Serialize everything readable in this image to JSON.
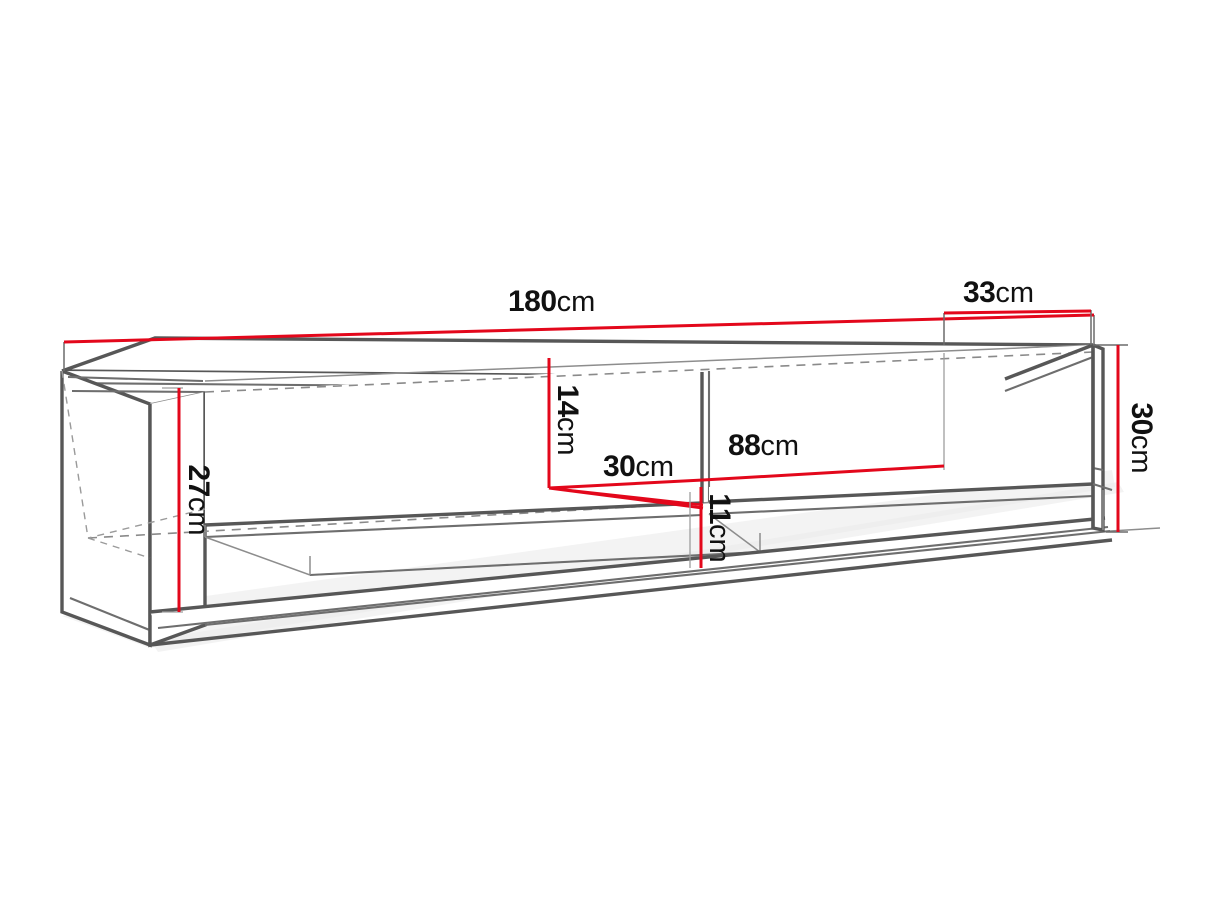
{
  "document": {
    "kind": "furniture-dimension-diagram",
    "subject": "TV cabinet / lowboard",
    "unit": "cm",
    "background_color": "#ffffff",
    "dimension_color": "#e3071b",
    "outline_color": "#575757",
    "hidden_line_color": "#8a8a8a"
  },
  "dimensions": {
    "width": {
      "value": "180",
      "unit": "cm",
      "orientation": "horizontal",
      "placement": "top-front-edge"
    },
    "depth": {
      "value": "33",
      "unit": "cm",
      "orientation": "horizontal",
      "placement": "top-right-edge"
    },
    "height": {
      "value": "30",
      "unit": "cm",
      "orientation": "vertical-rotated",
      "placement": "right-side"
    },
    "left_compartment_height": {
      "value": "27",
      "unit": "cm",
      "orientation": "vertical-rotated",
      "placement": "left-interior"
    },
    "upper_opening_height": {
      "value": "14",
      "unit": "cm",
      "orientation": "vertical-rotated",
      "placement": "center-upper"
    },
    "inner_depth": {
      "value": "30",
      "unit": "cm",
      "orientation": "horizontal",
      "placement": "center-shelf"
    },
    "right_compartment_width": {
      "value": "88",
      "unit": "cm",
      "orientation": "horizontal",
      "placement": "right-interior"
    },
    "lower_opening_height": {
      "value": "11",
      "unit": "cm",
      "orientation": "vertical-rotated",
      "placement": "center-lower"
    }
  },
  "labels": {
    "width_num": "180",
    "width_unit": "cm",
    "depth_num": "33",
    "depth_unit": "cm",
    "height_num": "30",
    "height_unit": "cm",
    "left_height_num": "27",
    "left_height_unit": "cm",
    "upper_num": "14",
    "upper_unit": "cm",
    "inner_depth_num": "30",
    "inner_depth_unit": "cm",
    "right_width_num": "88",
    "right_width_unit": "cm",
    "lower_num": "11",
    "lower_unit": "cm"
  }
}
